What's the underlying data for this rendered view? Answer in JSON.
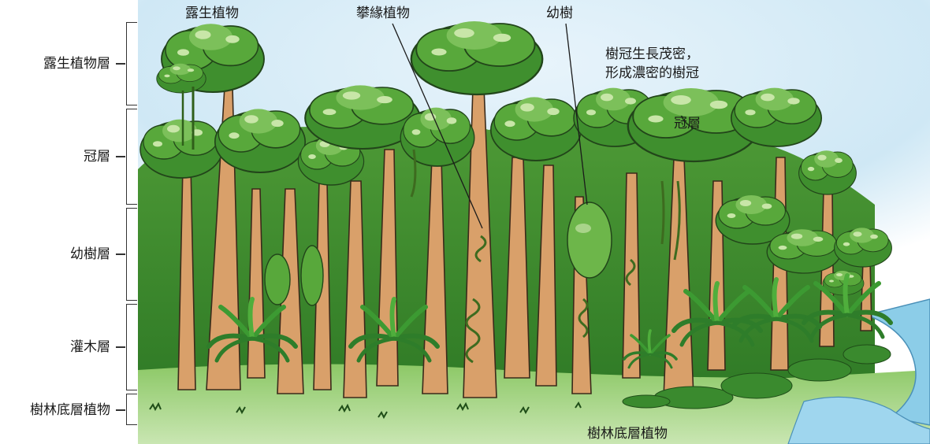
{
  "layers": [
    {
      "label": "露生植物層"
    },
    {
      "label": "冠層"
    },
    {
      "label": "幼樹層"
    },
    {
      "label": "灌木層"
    },
    {
      "label": "樹林底層植物"
    }
  ],
  "callouts": {
    "emergent": "露生植物",
    "climber": "攀緣植物",
    "sapling": "幼樹",
    "canopy_note_line1": "樹冠生長茂密，",
    "canopy_note_line2": "形成濃密的樹冠",
    "canopy": "冠層",
    "floor": "樹林底層植物"
  },
  "colors": {
    "sky": "#cfe8f5",
    "trunk": "#d9a06a",
    "trunk_outline": "#3a2a1a",
    "foliage_dark": "#3f8f2e",
    "foliage_mid": "#58a83b",
    "foliage_light": "#a9d48a",
    "ground": "#7bbf55",
    "river": "#8ccde8"
  }
}
